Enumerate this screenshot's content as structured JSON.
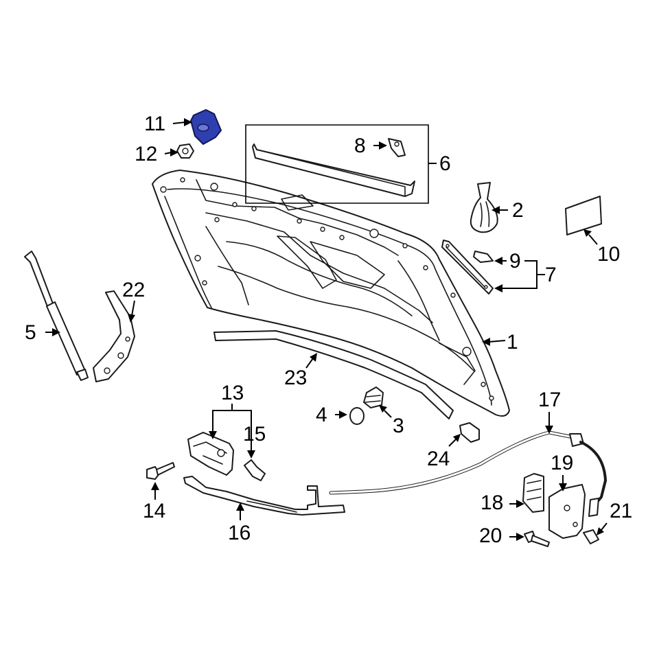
{
  "diagram": {
    "highlight_color": "#2f3fb0",
    "line_color": "#1a1a1a",
    "background": "#ffffff",
    "highlighted_part": "11",
    "callouts": [
      {
        "id": "c1",
        "label": "1"
      },
      {
        "id": "c2",
        "label": "2"
      },
      {
        "id": "c3",
        "label": "3"
      },
      {
        "id": "c4",
        "label": "4"
      },
      {
        "id": "c5",
        "label": "5"
      },
      {
        "id": "c6",
        "label": "6"
      },
      {
        "id": "c7",
        "label": "7"
      },
      {
        "id": "c8",
        "label": "8"
      },
      {
        "id": "c9",
        "label": "9"
      },
      {
        "id": "c10",
        "label": "10"
      },
      {
        "id": "c11",
        "label": "11"
      },
      {
        "id": "c12",
        "label": "12"
      },
      {
        "id": "c13",
        "label": "13"
      },
      {
        "id": "c14",
        "label": "14"
      },
      {
        "id": "c15",
        "label": "15"
      },
      {
        "id": "c16",
        "label": "16"
      },
      {
        "id": "c17",
        "label": "17"
      },
      {
        "id": "c18",
        "label": "18"
      },
      {
        "id": "c19",
        "label": "19"
      },
      {
        "id": "c20",
        "label": "20"
      },
      {
        "id": "c21",
        "label": "21"
      },
      {
        "id": "c22",
        "label": "22"
      },
      {
        "id": "c23",
        "label": "23"
      },
      {
        "id": "c24",
        "label": "24"
      }
    ]
  }
}
